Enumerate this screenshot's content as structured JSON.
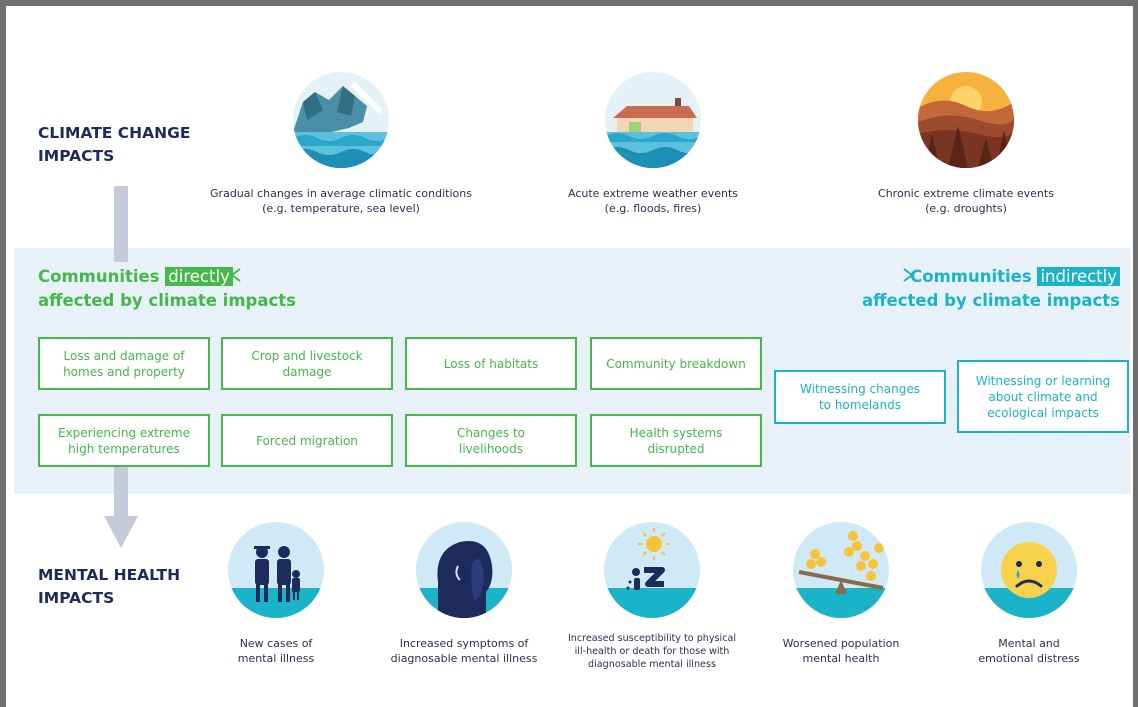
{
  "top_section": {
    "title": "CLIMATE CHANGE\nIMPACTS"
  },
  "bottom_section": {
    "title": "MENTAL HEALTH\nIMPACTS"
  },
  "climate_impacts": [
    {
      "icon": "sea-level-rise-icon",
      "caption": "Gradual changes in average climatic conditions\n(e.g. temperature, sea level)"
    },
    {
      "icon": "flooded-house-icon",
      "caption": "Acute extreme weather events\n(e.g. floods, fires)"
    },
    {
      "icon": "drought-landscape-icon",
      "caption": "Chronic extreme climate events\n(e.g. droughts)"
    }
  ],
  "direct": {
    "prefix": "Communities ",
    "highlight": "directly",
    "suffix": "affected by climate impacts"
  },
  "indirect": {
    "prefix": "Communities ",
    "highlight": "indirectly",
    "suffix": "affected by climate impacts"
  },
  "direct_boxes": [
    "Loss and damage of\nhomes and property",
    "Crop and livestock\ndamage",
    "Loss of habitats",
    "Community breakdown",
    "Experiencing extreme\nhigh temperatures",
    "Forced migration",
    "Changes to\nlivelihoods",
    "Health systems\ndisrupted"
  ],
  "indirect_boxes": [
    "Witnessing changes\nto homelands",
    "Witnessing or learning\nabout climate and\necological impacts"
  ],
  "mental_health_impacts": [
    {
      "icon": "family-icon",
      "caption": "New cases of\nmental illness"
    },
    {
      "icon": "distressed-person-icon",
      "caption": "Increased symptoms of\ndiagnosable mental illness"
    },
    {
      "icon": "heat-collapse-icon",
      "caption": "Increased susceptibility to physical\nill-health or death for those with\ndiagnosable mental illness"
    },
    {
      "icon": "population-seesaw-icon",
      "caption": "Worsened population\nmental health"
    },
    {
      "icon": "crying-face-icon",
      "caption": "Mental and\nemotional distress"
    }
  ],
  "colors": {
    "navy": "#1d2b5c",
    "green": "#45b84a",
    "teal": "#1ab4c9",
    "band": "#e8f1f7",
    "arrow": "#c5cad8"
  }
}
